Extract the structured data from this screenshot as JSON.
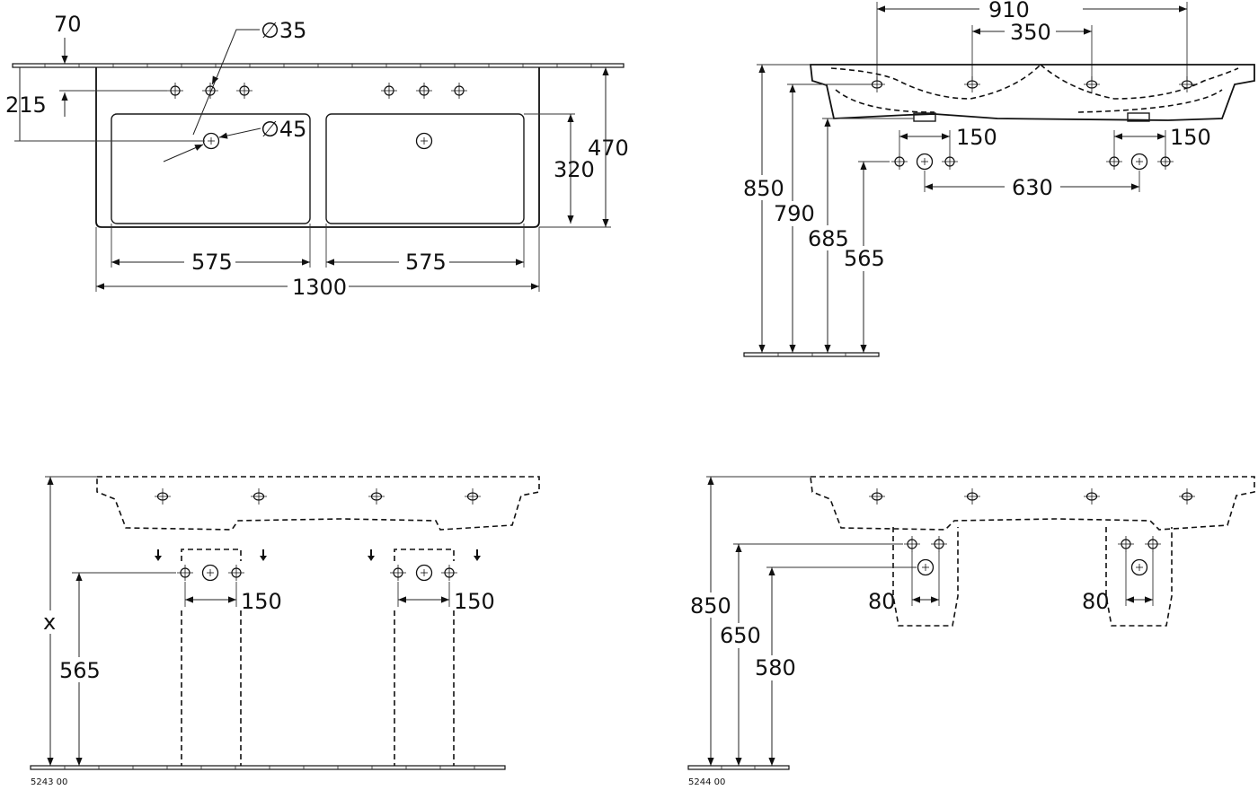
{
  "top_view": {
    "d70": "70",
    "d215": "215",
    "dia35": "∅35",
    "dia45": "∅45",
    "d320": "320",
    "d470": "470",
    "d575a": "575",
    "d575b": "575",
    "d1300": "1300"
  },
  "side_view": {
    "d910": "910",
    "d350": "350",
    "d150a": "150",
    "d150b": "150",
    "d630": "630",
    "d850": "850",
    "d790": "790",
    "d685": "685",
    "d565": "565"
  },
  "front_pedestal": {
    "dx": "x",
    "d565": "565",
    "d150a": "150",
    "d150b": "150",
    "code": "5243 00"
  },
  "front_semipedestal": {
    "d850": "850",
    "d650": "650",
    "d580": "580",
    "d80a": "80",
    "d80b": "80",
    "code": "5244 00"
  }
}
